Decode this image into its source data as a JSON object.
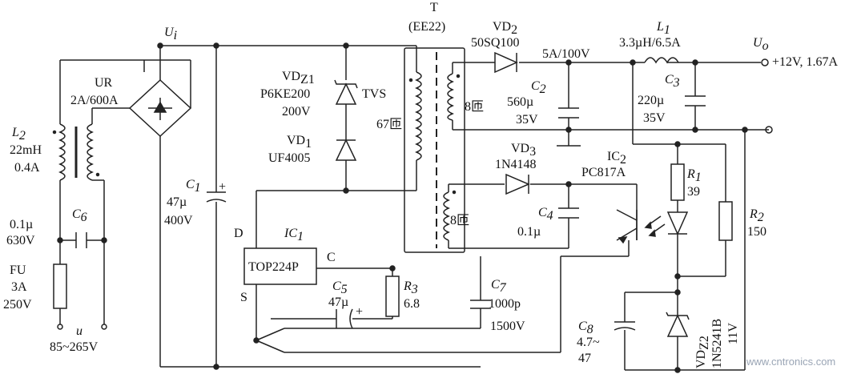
{
  "input": {
    "ui_label": "U",
    "ui_sub": "i",
    "u_label": "u",
    "u_range": "85~265V"
  },
  "fuse": {
    "name": "FU",
    "rating_a": "3A",
    "rating_v": "250V"
  },
  "c6": {
    "name": "C",
    "sub": "6",
    "value": "0.1µ",
    "voltage": "630V"
  },
  "l2": {
    "name": "L",
    "sub": "2",
    "value": "22mH",
    "current": "0.4A"
  },
  "bridge": {
    "name": "UR",
    "rating": "2A/600A"
  },
  "c1": {
    "name": "C",
    "sub": "1",
    "value": "47µ",
    "voltage": "400V",
    "polarity": "+"
  },
  "vdz1": {
    "name": "VD",
    "sub": "Z1",
    "part": "P6KE200",
    "voltage": "200V",
    "type": "TVS"
  },
  "vd1": {
    "name": "VD",
    "sub": "1",
    "part": "UF4005"
  },
  "transformer": {
    "name": "T",
    "core": "(EE22)",
    "primary": "67匝",
    "secondary": "8匝",
    "bias": "8匝"
  },
  "vd2": {
    "name": "VD",
    "sub": "2",
    "part": "50SQ100",
    "rating": "5A/100V"
  },
  "c2": {
    "name": "C",
    "sub": "2",
    "value": "560µ",
    "voltage": "35V"
  },
  "l1": {
    "name": "L",
    "sub": "1",
    "value": "3.3µH/6.5A"
  },
  "c3": {
    "name": "C",
    "sub": "3",
    "value": "220µ",
    "voltage": "35V"
  },
  "output": {
    "uo_label": "U",
    "uo_sub": "o",
    "spec": "+12V, 1.67A"
  },
  "vd3": {
    "name": "VD",
    "sub": "3",
    "part": "1N4148"
  },
  "c4": {
    "name": "C",
    "sub": "4",
    "value": "0.1µ"
  },
  "ic2": {
    "name": "IC",
    "sub": "2",
    "part": "PC817A"
  },
  "r1": {
    "name": "R",
    "sub": "1",
    "value": "39"
  },
  "r2": {
    "name": "R",
    "sub": "2",
    "value": "150"
  },
  "ic1": {
    "name": "IC",
    "sub": "1",
    "part": "TOP224P",
    "pin_d": "D",
    "pin_c": "C",
    "pin_s": "S"
  },
  "c5": {
    "name": "C",
    "sub": "5",
    "value": "47µ",
    "polarity": "+"
  },
  "r3": {
    "name": "R",
    "sub": "3",
    "value": "6.8"
  },
  "c7": {
    "name": "C",
    "sub": "7",
    "value": "1000p",
    "voltage": "1500V"
  },
  "c8": {
    "name": "C",
    "sub": "8",
    "value_a": "4.7~",
    "value_b": "47"
  },
  "vdz2": {
    "name": "VD",
    "sub": "Z2",
    "part": "1N5241B",
    "voltage": "11V"
  },
  "watermark": "www.cntronics.com"
}
